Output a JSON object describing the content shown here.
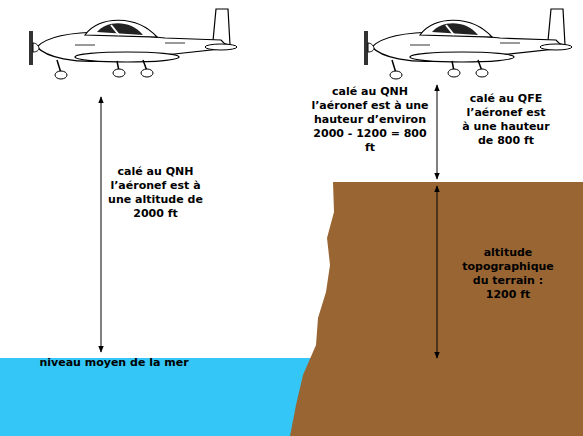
{
  "diagram": {
    "labels": [
      "calé au QNH l’aéronef est à une altitude de 2000 ft",
      "niveau moyen de la mer",
      "calé au QNH l’aéronef est à une hauteur d’environ 2000 - 1200 = 800 ft",
      "calé au QFE l’aéronef est à une hauteur de 800 ft",
      "altitude topographique du terrain : 1200 ft"
    ]
  }
}
